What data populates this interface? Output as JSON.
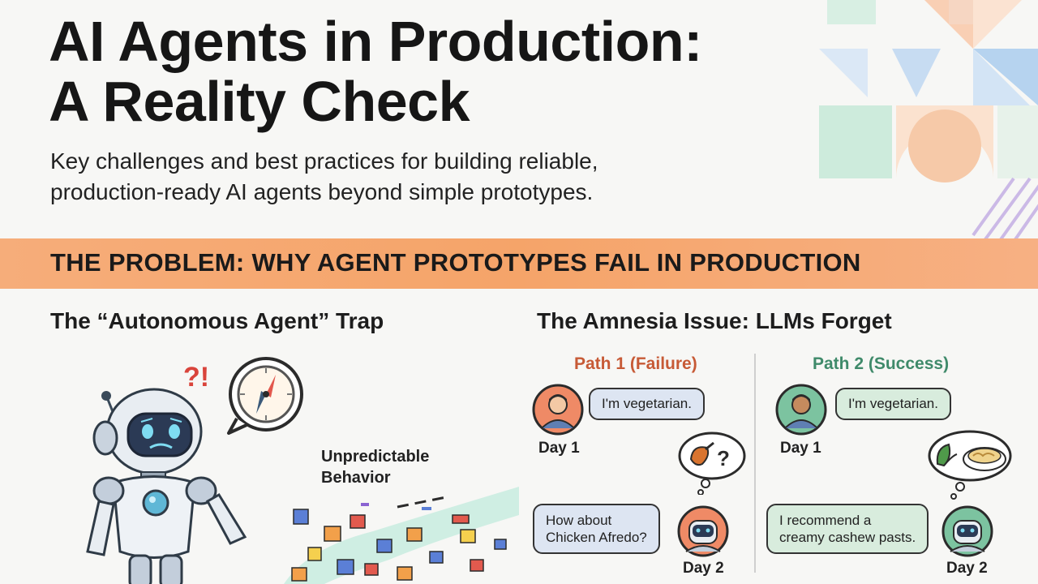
{
  "header": {
    "title_line1": "AI Agents in Production:",
    "title_line2": "A Reality Check",
    "subtitle_line1": "Key challenges and best practices for building reliable,",
    "subtitle_line2": "production-ready AI agents beyond simple prototypes."
  },
  "banner": {
    "text": "THE PROBLEM: WHY AGENT PROTOTYPES FAIL IN PRODUCTION"
  },
  "left_section": {
    "heading": "The “Autonomous Agent” Trap",
    "confusion_marks": "?!",
    "behavior_label_line1": "Unpredictable",
    "behavior_label_line2": "Behavior"
  },
  "right_section": {
    "heading": "The Amnesia Issue: LLMs Forget",
    "path1": {
      "label": "Path 1 (Failure)",
      "user_message": "I'm vegetarian.",
      "day1": "Day 1",
      "agent_reply_line1": "How about",
      "agent_reply_line2": "Chicken Afredo?",
      "day2": "Day 2"
    },
    "path2": {
      "label": "Path 2 (Success)",
      "user_message": "I'm vegetarian.",
      "day1": "Day 1",
      "agent_reply_line1": "I recommend a",
      "agent_reply_line2": "creamy cashew pasts.",
      "day2": "Day 2"
    }
  },
  "colors": {
    "banner": "#f5a469",
    "failure": "#c75a36",
    "success": "#3f8a6a",
    "bubble_failure": "#dde5f2",
    "bubble_success": "#d8ecdd"
  }
}
